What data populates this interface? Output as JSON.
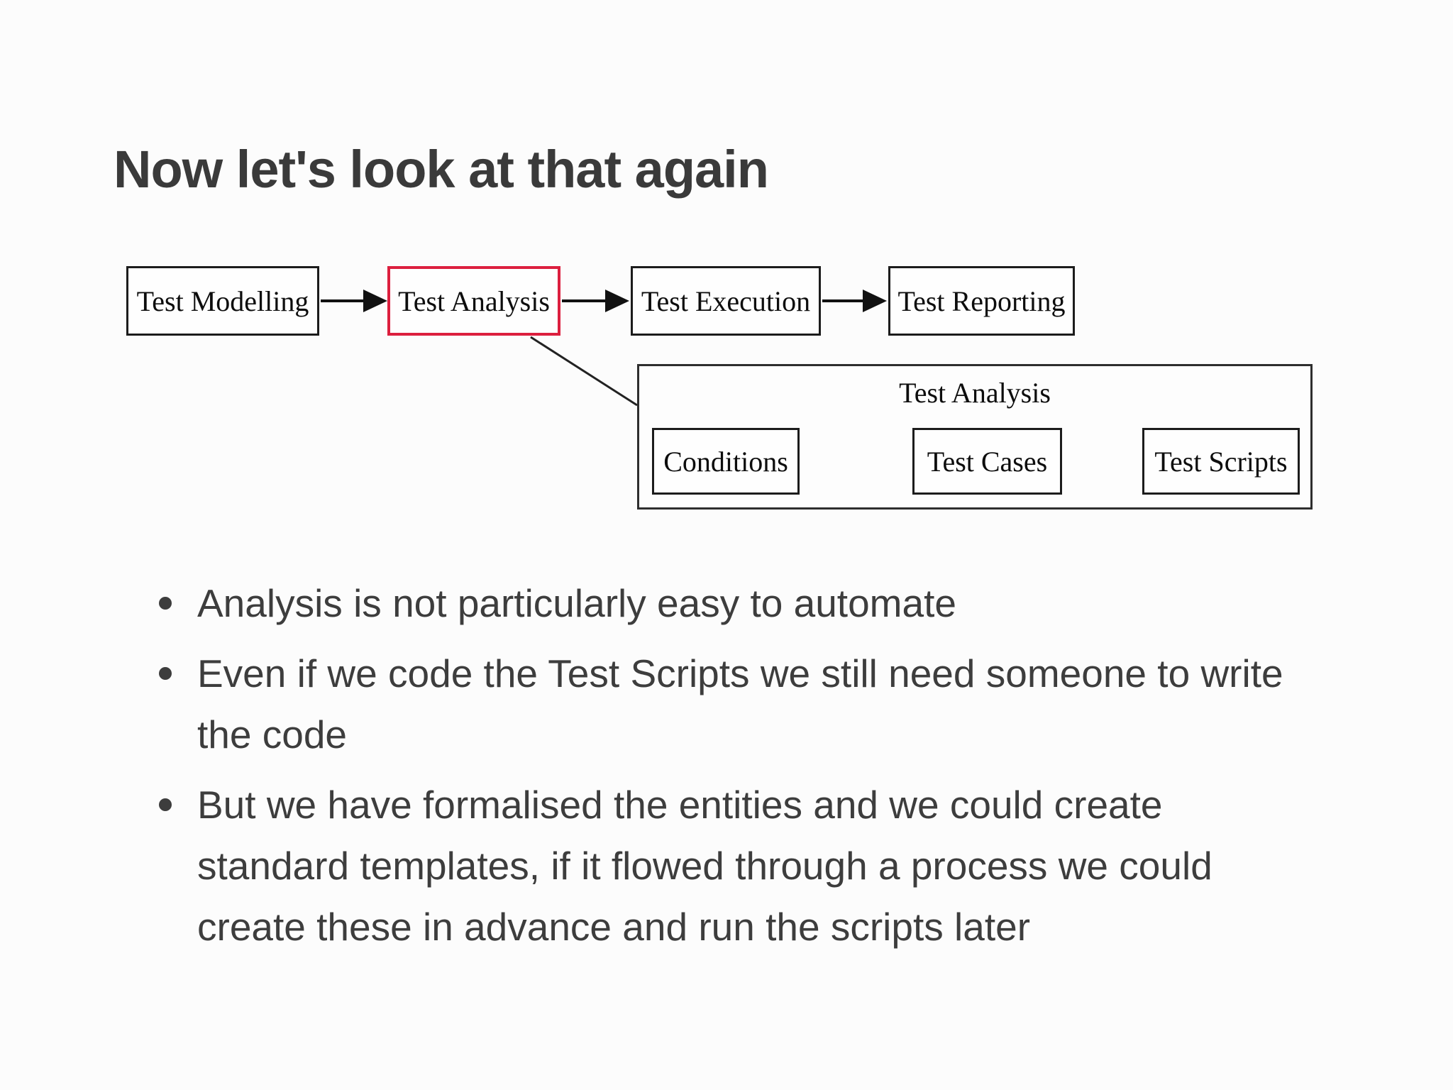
{
  "slide": {
    "title": "Now let's look at that again",
    "colors": {
      "background": "#fcfcfc",
      "title_text": "#3a3a3a",
      "body_text": "#3d3d3d",
      "box_border": "#1c1c1c",
      "highlight_border": "#dc1f3e",
      "box_label": "#0d0d0d"
    },
    "flow": {
      "main_steps": [
        {
          "label": "Test Modelling",
          "highlighted": false
        },
        {
          "label": "Test Analysis",
          "highlighted": true
        },
        {
          "label": "Test Execution",
          "highlighted": false
        },
        {
          "label": "Test Reporting",
          "highlighted": false
        }
      ],
      "detail_group": {
        "title": "Test Analysis",
        "steps": [
          {
            "label": "Conditions"
          },
          {
            "label": "Test Cases"
          },
          {
            "label": "Test Scripts"
          }
        ]
      }
    },
    "bullets": [
      {
        "lines": [
          "Analysis is not particularly easy to automate"
        ]
      },
      {
        "lines": [
          "Even if we code the Test Scripts we still need someone to write",
          "the code"
        ]
      },
      {
        "lines": [
          "But we have formalised the entities and we could create",
          "standard templates, if it flowed through a process we could",
          "create these in advance and run the scripts later"
        ]
      }
    ]
  }
}
